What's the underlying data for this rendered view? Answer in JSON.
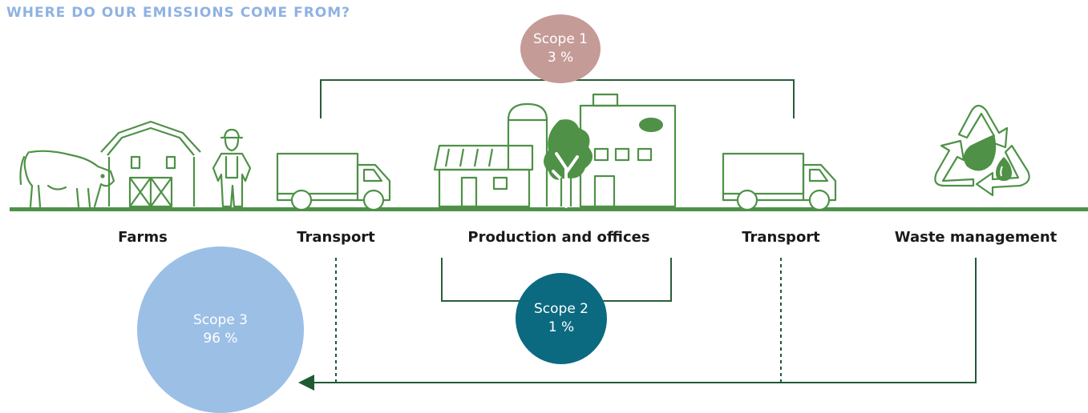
{
  "title": "WHERE DO OUR EMISSIONS COME FROM?",
  "stages": [
    {
      "label": "Farms"
    },
    {
      "label": "Transport"
    },
    {
      "label": "Production and offices"
    },
    {
      "label": "Transport"
    },
    {
      "label": "Waste management"
    }
  ],
  "scopes": {
    "scope1": {
      "name": "Scope 1",
      "value": "3 %",
      "color": "#c59b97"
    },
    "scope2": {
      "name": "Scope 2",
      "value": "1 %",
      "color": "#0b6a80"
    },
    "scope3": {
      "name": "Scope 3",
      "value": "96 %",
      "color": "#9cbfe6"
    }
  },
  "colors": {
    "line": "#4e9147",
    "title": "#8fb2e3",
    "connector": "#1f5a36"
  },
  "icons": [
    "cow-icon",
    "barn-icon",
    "farmer-icon",
    "truck-icon",
    "factory-icon",
    "tree-icon",
    "truck-icon",
    "recycle-icon"
  ]
}
